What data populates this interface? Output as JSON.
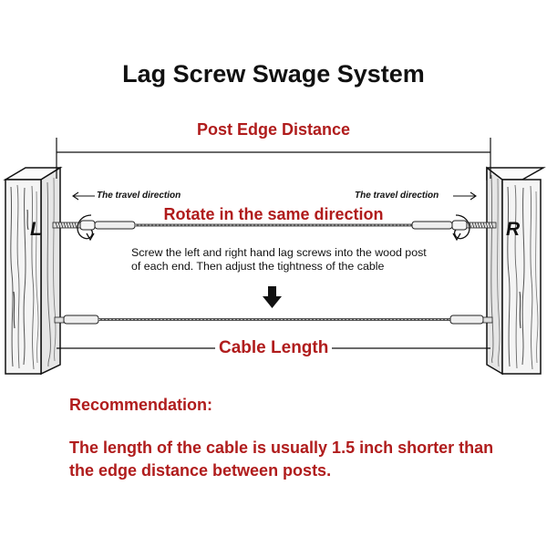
{
  "title": "Lag Screw Swage System",
  "labels": {
    "post_edge_distance": "Post Edge Distance",
    "rotate": "Rotate in the same direction",
    "travel_left": "The travel direction",
    "travel_right": "The travel direction",
    "left_side": "L",
    "right_side": "R",
    "instruction": "Screw the left and right hand lag screws into the wood post of each end. Then adjust the tightness of the cable",
    "cable_length": "Cable Length"
  },
  "recommendation": {
    "heading": "Recommendation:",
    "body": "The length of the cable is usually 1.5 inch shorter than the edge distance between posts."
  },
  "colors": {
    "accent_red": "#b01c1c",
    "text_dark": "#111111",
    "wood_fill": "#f2f2f2"
  }
}
